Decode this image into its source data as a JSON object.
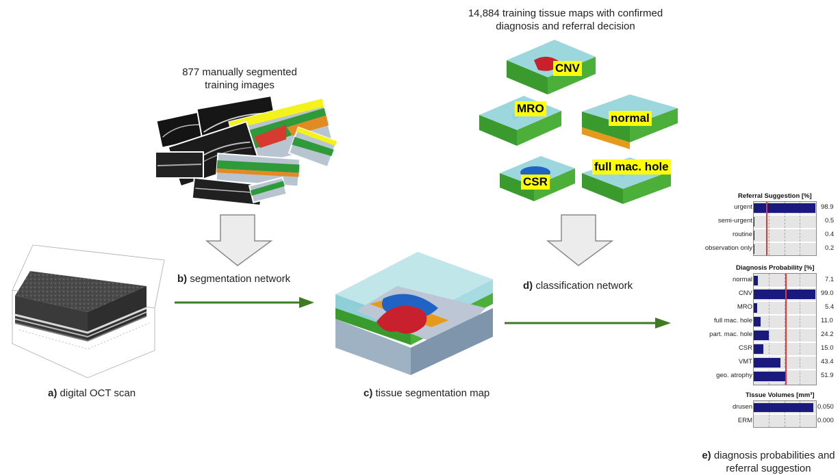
{
  "training_images_caption": "877 manually segmented training images",
  "training_maps_caption": "14,884 training tissue maps with confirmed diagnosis and referral decision",
  "map_labels": [
    "CNV",
    "MRO",
    "normal",
    "CSR",
    "full mac. hole"
  ],
  "stages": {
    "a": {
      "letter": "a)",
      "text": "digital OCT scan"
    },
    "b": {
      "letter": "b)",
      "text": "segmentation network"
    },
    "c": {
      "letter": "c)",
      "text": "tissue segmentation map"
    },
    "d": {
      "letter": "d)",
      "text": "classification network"
    },
    "e": {
      "letter": "e)",
      "text": "diagnosis probabilities and referral suggestion"
    }
  },
  "colors": {
    "arrow_green": "#3d7a22",
    "bar_navy": "#1a1a7e",
    "threshold_red": "#e03a3a",
    "highlight_yellow": "#ffff00"
  },
  "chart_data": [
    {
      "type": "bar",
      "title": "Referral Suggestion [%]",
      "categories": [
        "urgent",
        "semi-urgent",
        "routine",
        "observation only"
      ],
      "values": [
        98.9,
        0.5,
        0.4,
        0.2
      ],
      "value_labels": [
        "98.9",
        "0.5",
        "0.4",
        "0.2"
      ],
      "xlim": [
        0,
        100
      ],
      "threshold": 20
    },
    {
      "type": "bar",
      "title": "Diagnosis Probability [%]",
      "categories": [
        "normal",
        "CNV",
        "MRO",
        "full mac. hole",
        "part. mac. hole",
        "CSR",
        "VMT",
        "geo. atrophy"
      ],
      "values": [
        7.1,
        99.0,
        5.4,
        11.0,
        24.2,
        15.0,
        43.4,
        51.9
      ],
      "value_labels": [
        "7.1",
        "99.0",
        "5.4",
        "11.0",
        "24.2",
        "15.0",
        "43.4",
        "51.9"
      ],
      "xlim": [
        0,
        100
      ],
      "threshold": 50
    },
    {
      "type": "bar",
      "title": "Tissue Volumes [mm³]",
      "categories": [
        "drusen",
        "ERM"
      ],
      "values": [
        0.05,
        0.0
      ],
      "value_labels": [
        "0.050",
        "0.000"
      ],
      "grid": true
    }
  ]
}
